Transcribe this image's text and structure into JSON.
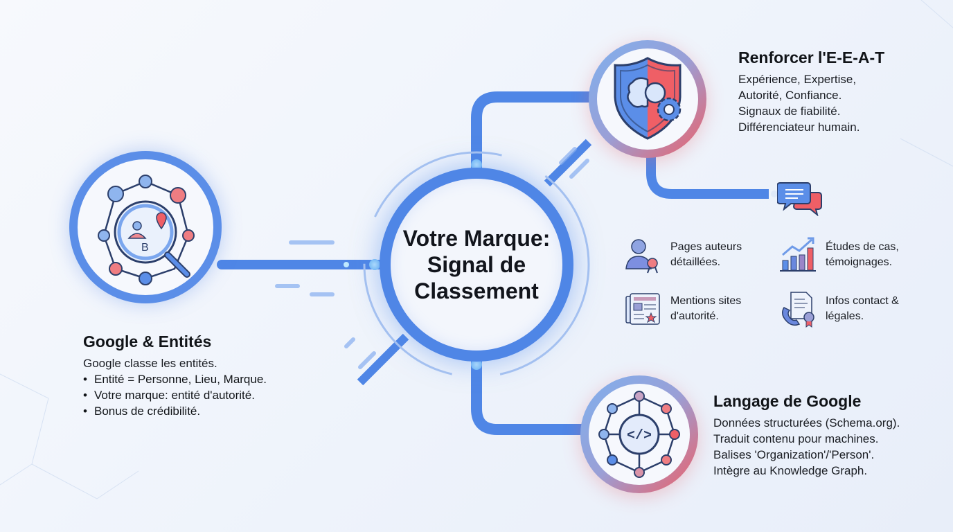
{
  "center": {
    "title_lines": [
      "Votre Marque:",
      "Signal de",
      "Classement"
    ]
  },
  "left_block": {
    "icon": "entity-network-magnifier-icon",
    "title": "Google & Entités",
    "intro": "Google classe les entités.",
    "bullets": [
      "Entité = Personne, Lieu, Marque.",
      "Votre marque: entité d'autorité.",
      "Bonus de crédibilité."
    ]
  },
  "top_right_block": {
    "icon": "shield-brain-gear-icon",
    "title": "Renforcer l'E-E-A-T",
    "lines": [
      "Expérience, Expertise,",
      "Autorité, Confiance.",
      "Signaux de fiabilité.",
      "Différenciateur humain."
    ]
  },
  "chat_icon": "chat-bubbles-icon",
  "eeat_items": [
    {
      "icon": "author-badge-icon",
      "label": "Pages auteurs détaillées."
    },
    {
      "icon": "growth-chart-icon",
      "label": "Études de cas, témoignages."
    },
    {
      "icon": "newspaper-star-icon",
      "label": "Mentions sites d'autorité."
    },
    {
      "icon": "phone-document-icon",
      "label": "Infos contact & légales."
    }
  ],
  "bottom_right_block": {
    "icon": "code-network-icon",
    "title": "Langage de Google",
    "lines": [
      "Données structurées (Schema.org).",
      "Traduit contenu pour machines.",
      "Balises 'Organization'/'Person'.",
      "Intègre au Knowledge Graph."
    ]
  },
  "colors": {
    "primary_blue": "#4f86e6",
    "accent_red": "#ef5f66",
    "text_dark": "#111418",
    "background": "#eef3fb"
  }
}
